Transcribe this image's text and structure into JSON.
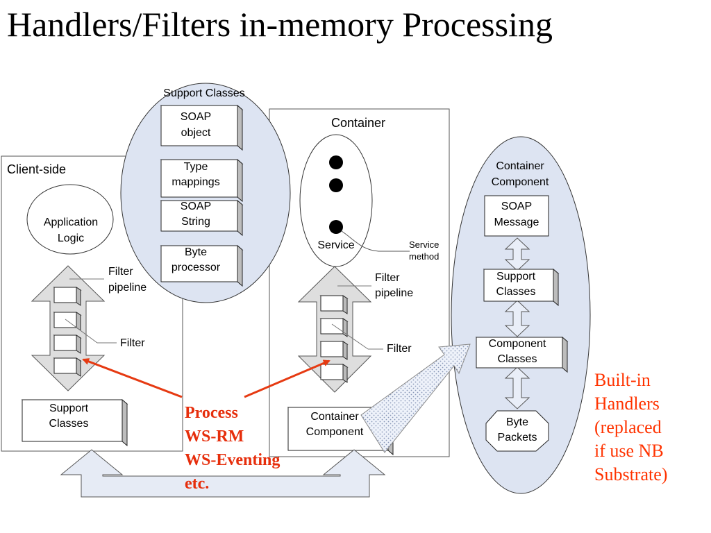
{
  "title": "Handlers/Filters in-memory Processing",
  "support_classes_group": {
    "title": "Support Classes",
    "items": [
      [
        "SOAP",
        "object"
      ],
      [
        "Type",
        "mappings"
      ],
      [
        "SOAP",
        "String"
      ],
      [
        "Byte",
        "processor"
      ]
    ]
  },
  "client_side": {
    "title": "Client-side",
    "app_logic": [
      "Application",
      "Logic"
    ],
    "filter_pipeline": [
      "Filter",
      "pipeline"
    ],
    "filter": "Filter",
    "support_classes": [
      "Support",
      "Classes"
    ]
  },
  "container": {
    "title": "Container",
    "service": "Service",
    "service_method": [
      "Service",
      "method"
    ],
    "filter_pipeline": [
      "Filter",
      "pipeline"
    ],
    "filter": "Filter",
    "container_component": [
      "Container",
      "Component"
    ]
  },
  "container_component_detail": {
    "title": [
      "Container",
      "Component"
    ],
    "soap_message": [
      "SOAP",
      "Message"
    ],
    "support_classes": [
      "Support",
      "Classes"
    ],
    "component_classes": [
      "Component",
      "Classes"
    ],
    "byte_packets": [
      "Byte",
      "Packets"
    ]
  },
  "process_note": [
    "Process",
    "WS-RM",
    "WS-Eventing",
    "etc."
  ],
  "builtin_note": [
    "Built-in",
    "Handlers",
    "(replaced",
    "if use NB",
    "Substrate)"
  ],
  "colors": {
    "ellipse_fill": "#dde4f2",
    "arrow_fill": "#dedede",
    "bottom_arrow_fill": "#e6ebf5",
    "red_arrow": "#e63a12",
    "red_text": "#ff3300",
    "dots_fill": "#e9eef8"
  }
}
